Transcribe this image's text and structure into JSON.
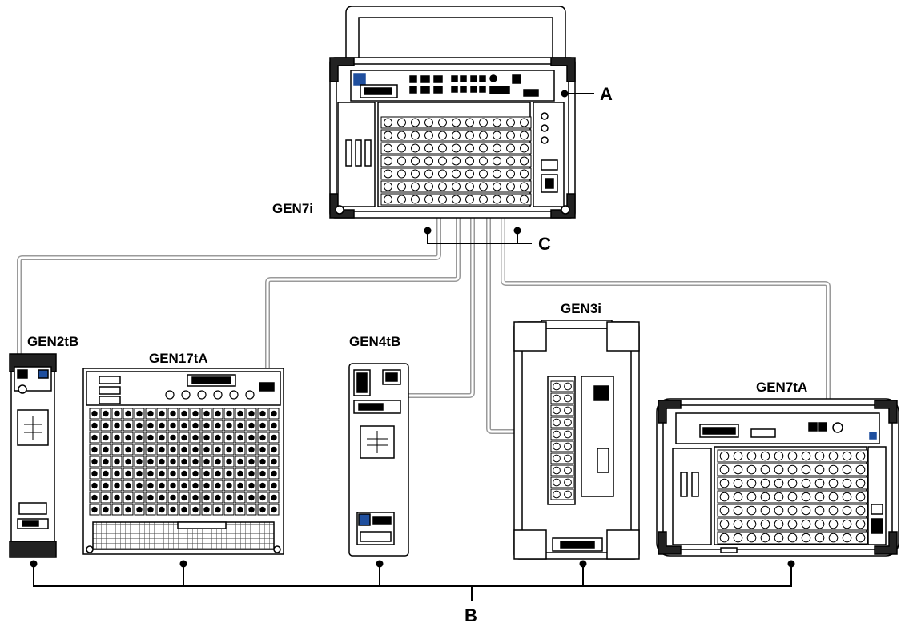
{
  "diagram": {
    "callouts": {
      "a": "A",
      "b": "B",
      "c": "C"
    },
    "devices": {
      "gen7i": "GEN7i",
      "gen2tb": "GEN2tB",
      "gen17ta": "GEN17tA",
      "gen4tb": "GEN4tB",
      "gen3i": "GEN3i",
      "gen7ta": "GEN7tA"
    },
    "colors": {
      "line": "#000000",
      "cable_fill": "#ffffff",
      "cable_stroke": "#9a9a9a",
      "accent_blue": "#1f4f9e"
    }
  }
}
